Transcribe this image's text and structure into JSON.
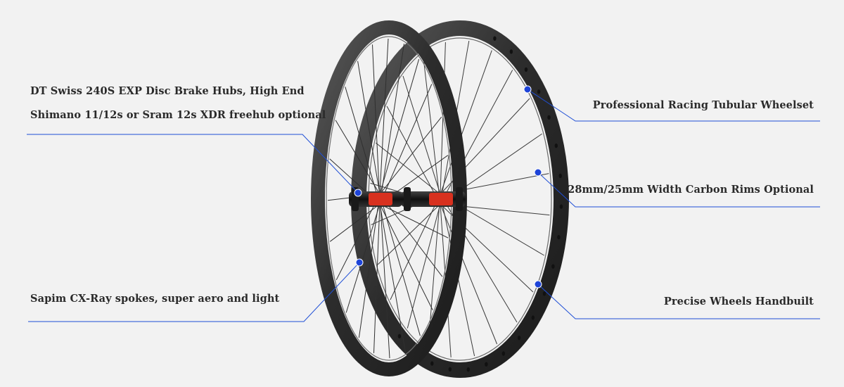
{
  "annotations": {
    "hub_line_1": "DT Swiss 240S EXP Disc Brake Hubs, High End",
    "hub_line_2": "Shimano 11/12s or Sram 12s XDR freehub optional",
    "spokes": "Sapim CX-Ray spokes, super aero and light",
    "tubular": "Professional Racing Tubular Wheelset",
    "rims": "28mm/25mm Width Carbon Rims Optional",
    "handbuilt": "Precise Wheels Handbuilt"
  },
  "colors": {
    "background": "#f2f2f2",
    "callout_line": "#1f4fd6",
    "callout_dot": "#1e44d8",
    "rim": "#2e2e2e",
    "hub_accent": "#d8311f",
    "text": "#2a2a2a"
  },
  "icons": {
    "wheel_image": "carbon-disc-wheelset-illustration",
    "callout_marker": "blue-dot"
  }
}
